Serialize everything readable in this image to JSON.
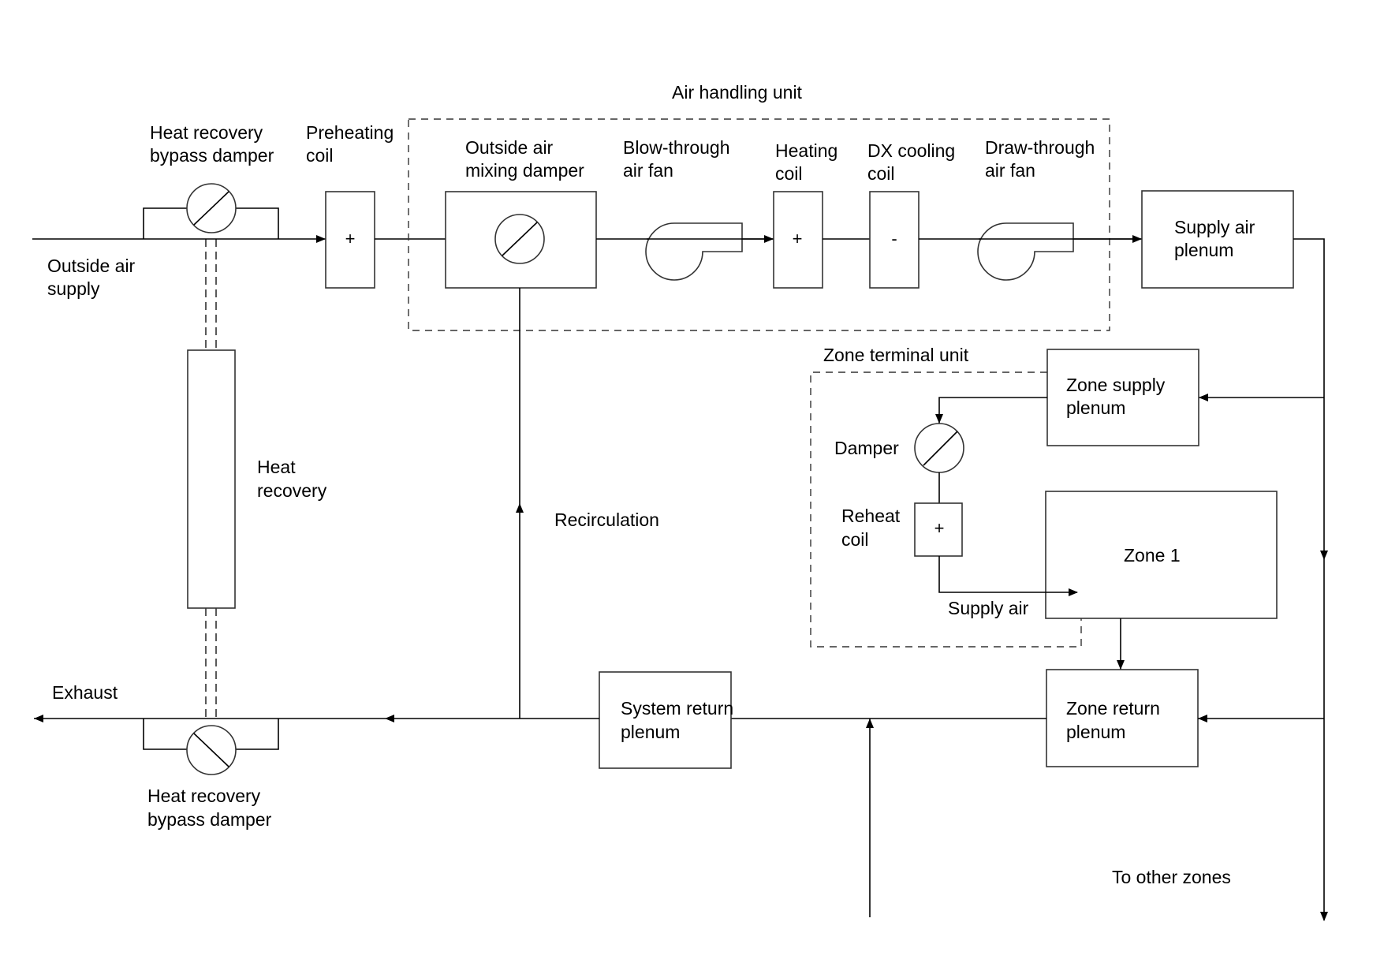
{
  "title": "Air handling unit",
  "labels": {
    "air_handling_unit": "Air handling unit",
    "hr_bypass_top": [
      "Heat recovery",
      "bypass damper"
    ],
    "preheating_coil": [
      "Preheating",
      "coil"
    ],
    "outside_air_mixing_damper": [
      "Outside air",
      "mixing damper"
    ],
    "blow_through_fan": [
      "Blow-through",
      "air fan"
    ],
    "heating_coil": [
      "Heating",
      "coil"
    ],
    "dx_cooling_coil": [
      "DX cooling",
      "coil"
    ],
    "draw_through_fan": [
      "Draw-through",
      "air fan"
    ],
    "supply_air_plenum": [
      "Supply air",
      "plenum"
    ],
    "outside_air_supply": [
      "Outside air",
      "supply"
    ],
    "heat_recovery": [
      "Heat",
      "recovery"
    ],
    "recirculation": "Recirculation",
    "zone_terminal_unit": "Zone terminal unit",
    "zone_supply_plenum": [
      "Zone supply",
      "plenum"
    ],
    "damper": "Damper",
    "reheat_coil": [
      "Reheat",
      "coil"
    ],
    "zone_1": "Zone 1",
    "supply_air": "Supply air",
    "exhaust": "Exhaust",
    "system_return_plenum": [
      "System return",
      "plenum"
    ],
    "zone_return_plenum": [
      "Zone return",
      "plenum"
    ],
    "hr_bypass_bottom": [
      "Heat recovery",
      "bypass damper"
    ],
    "to_other_zones": "To other zones"
  },
  "symbols": {
    "heating": "+",
    "cooling": "-"
  }
}
